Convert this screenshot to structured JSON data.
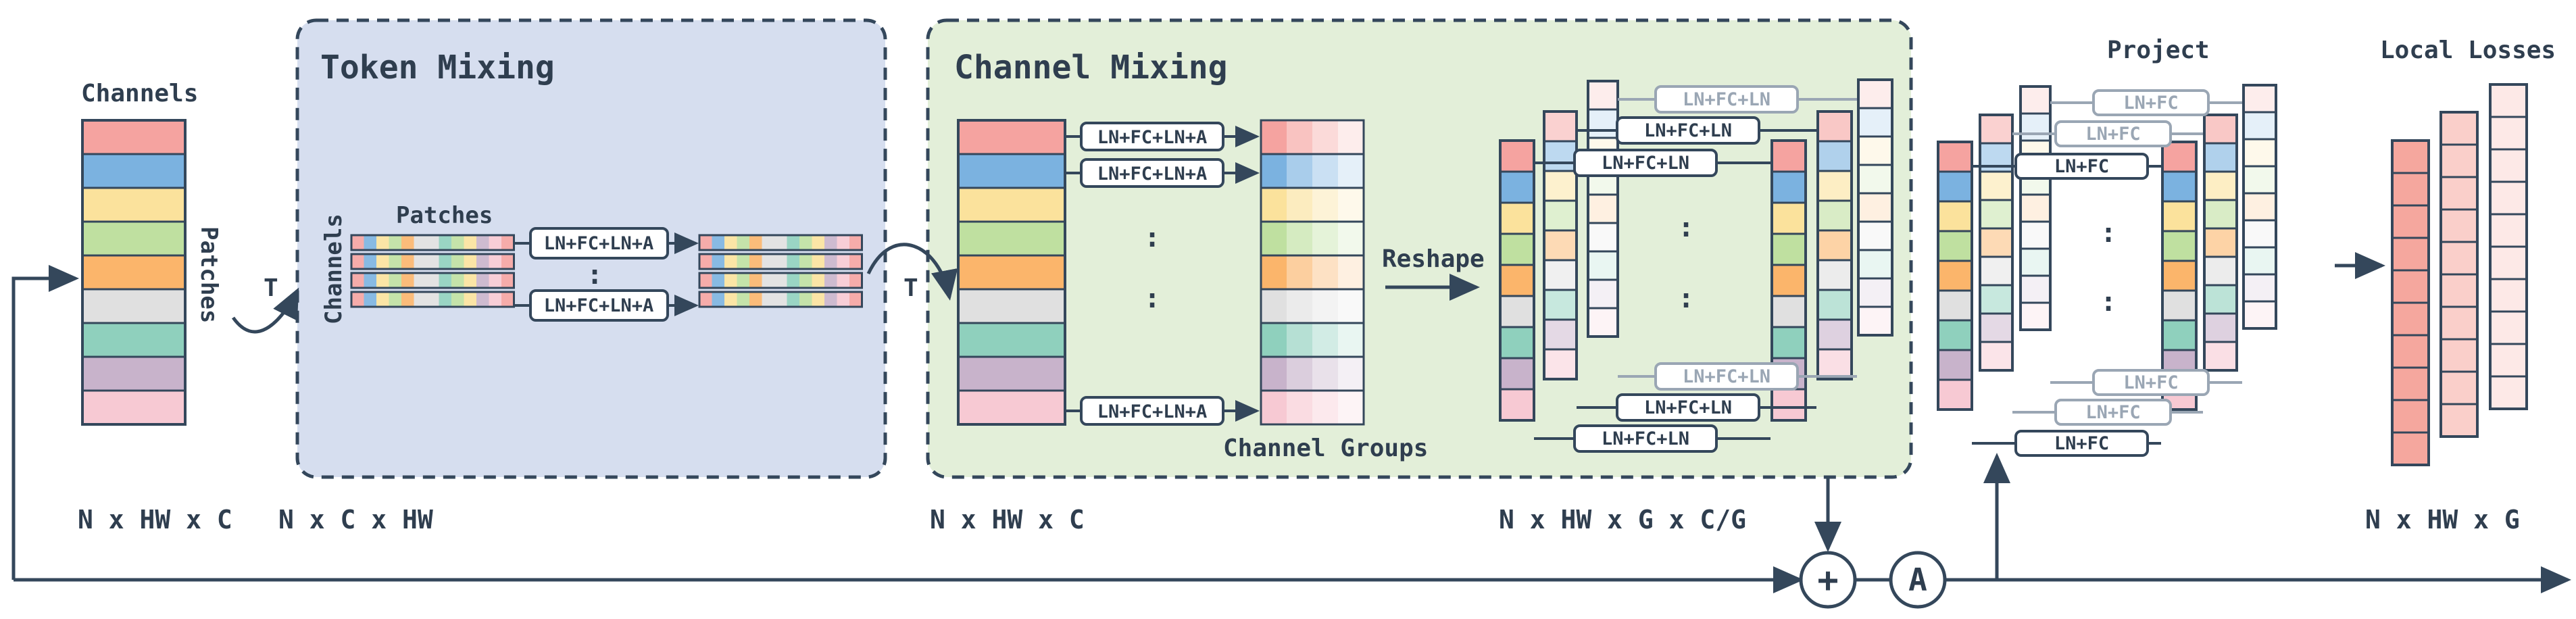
{
  "labels": {
    "channels": "Channels",
    "patches_vertical": "Patches",
    "token_mixing": "Token Mixing",
    "channel_mixing": "Channel Mixing",
    "patches": "Patches",
    "channels_vertical": "Channels",
    "transpose_1": "T",
    "transpose_2": "T",
    "reshape": "Reshape",
    "channel_groups": "Channel Groups",
    "project": "Project",
    "local_losses": "Local Losses",
    "dots": ":",
    "sum_symbol": "+",
    "a_symbol": "A"
  },
  "ops": {
    "ln_fc_ln_a": "LN+FC+LN+A",
    "ln_fc_ln": "LN+FC+LN",
    "ln_fc": "LN+FC"
  },
  "dims": {
    "d1": "N x HW x C",
    "d2": "N x C x HW",
    "d3": "N x HW x C",
    "d4": "N x HW x G x C/G",
    "d5": "N x HW x G"
  },
  "colors": {
    "token_bg": "#d6deef",
    "channel_bg": "#e3efd9",
    "stroke": "#34475b",
    "palette": [
      "#f5a3a0",
      "#7bb2e0",
      "#fbe29c",
      "#bfe0a0",
      "#fbb56b",
      "#e0e0e0",
      "#8fd0bd",
      "#c8b3cb",
      "#f7c9d3"
    ],
    "loss": "#f5a79e"
  }
}
